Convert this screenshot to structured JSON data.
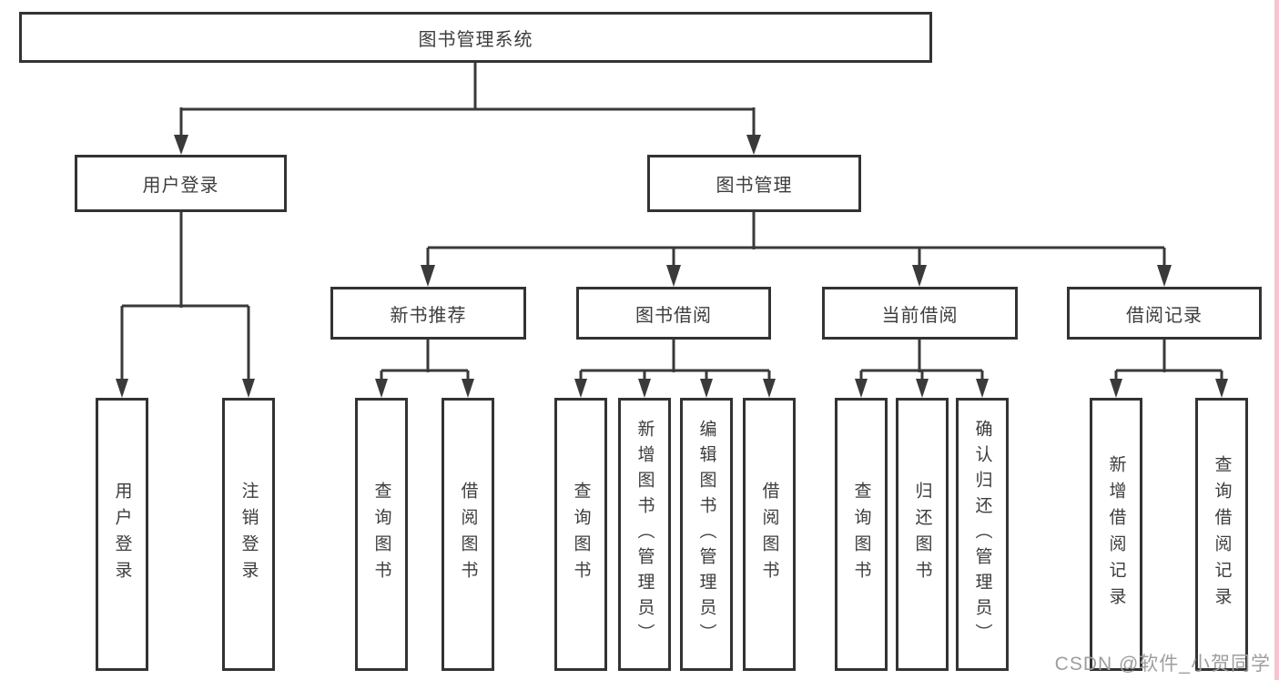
{
  "diagram_title": "图书管理系统",
  "tree": {
    "root": {
      "label": "图书管理系统",
      "children": [
        {
          "label": "用户登录",
          "children": [
            {
              "label": "用户登录"
            },
            {
              "label": "注销登录"
            }
          ]
        },
        {
          "label": "图书管理",
          "children": [
            {
              "label": "新书推荐",
              "children": [
                {
                  "label": "查询图书"
                },
                {
                  "label": "借阅图书"
                }
              ]
            },
            {
              "label": "图书借阅",
              "children": [
                {
                  "label": "查询图书"
                },
                {
                  "label": "新增图书（管理员）"
                },
                {
                  "label": "编辑图书（管理员）"
                },
                {
                  "label": "借阅图书"
                }
              ]
            },
            {
              "label": "当前借阅",
              "children": [
                {
                  "label": "查询图书"
                },
                {
                  "label": "归还图书"
                },
                {
                  "label": "确认归还（管理员）"
                }
              ]
            },
            {
              "label": "借阅记录",
              "children": [
                {
                  "label": "新增借阅记录"
                },
                {
                  "label": "查询借阅记录"
                }
              ]
            }
          ]
        }
      ]
    }
  },
  "watermark": {
    "text": "CSDN @软件_小贺同学"
  },
  "colors": {
    "line": "#3a3a3a",
    "box_border": "#333333",
    "box_fill": "#ffffff",
    "text": "#3d3d3d",
    "watermark": "#9e9e9e",
    "right_strip": "#f6c3ce",
    "background": "#ffffff"
  }
}
